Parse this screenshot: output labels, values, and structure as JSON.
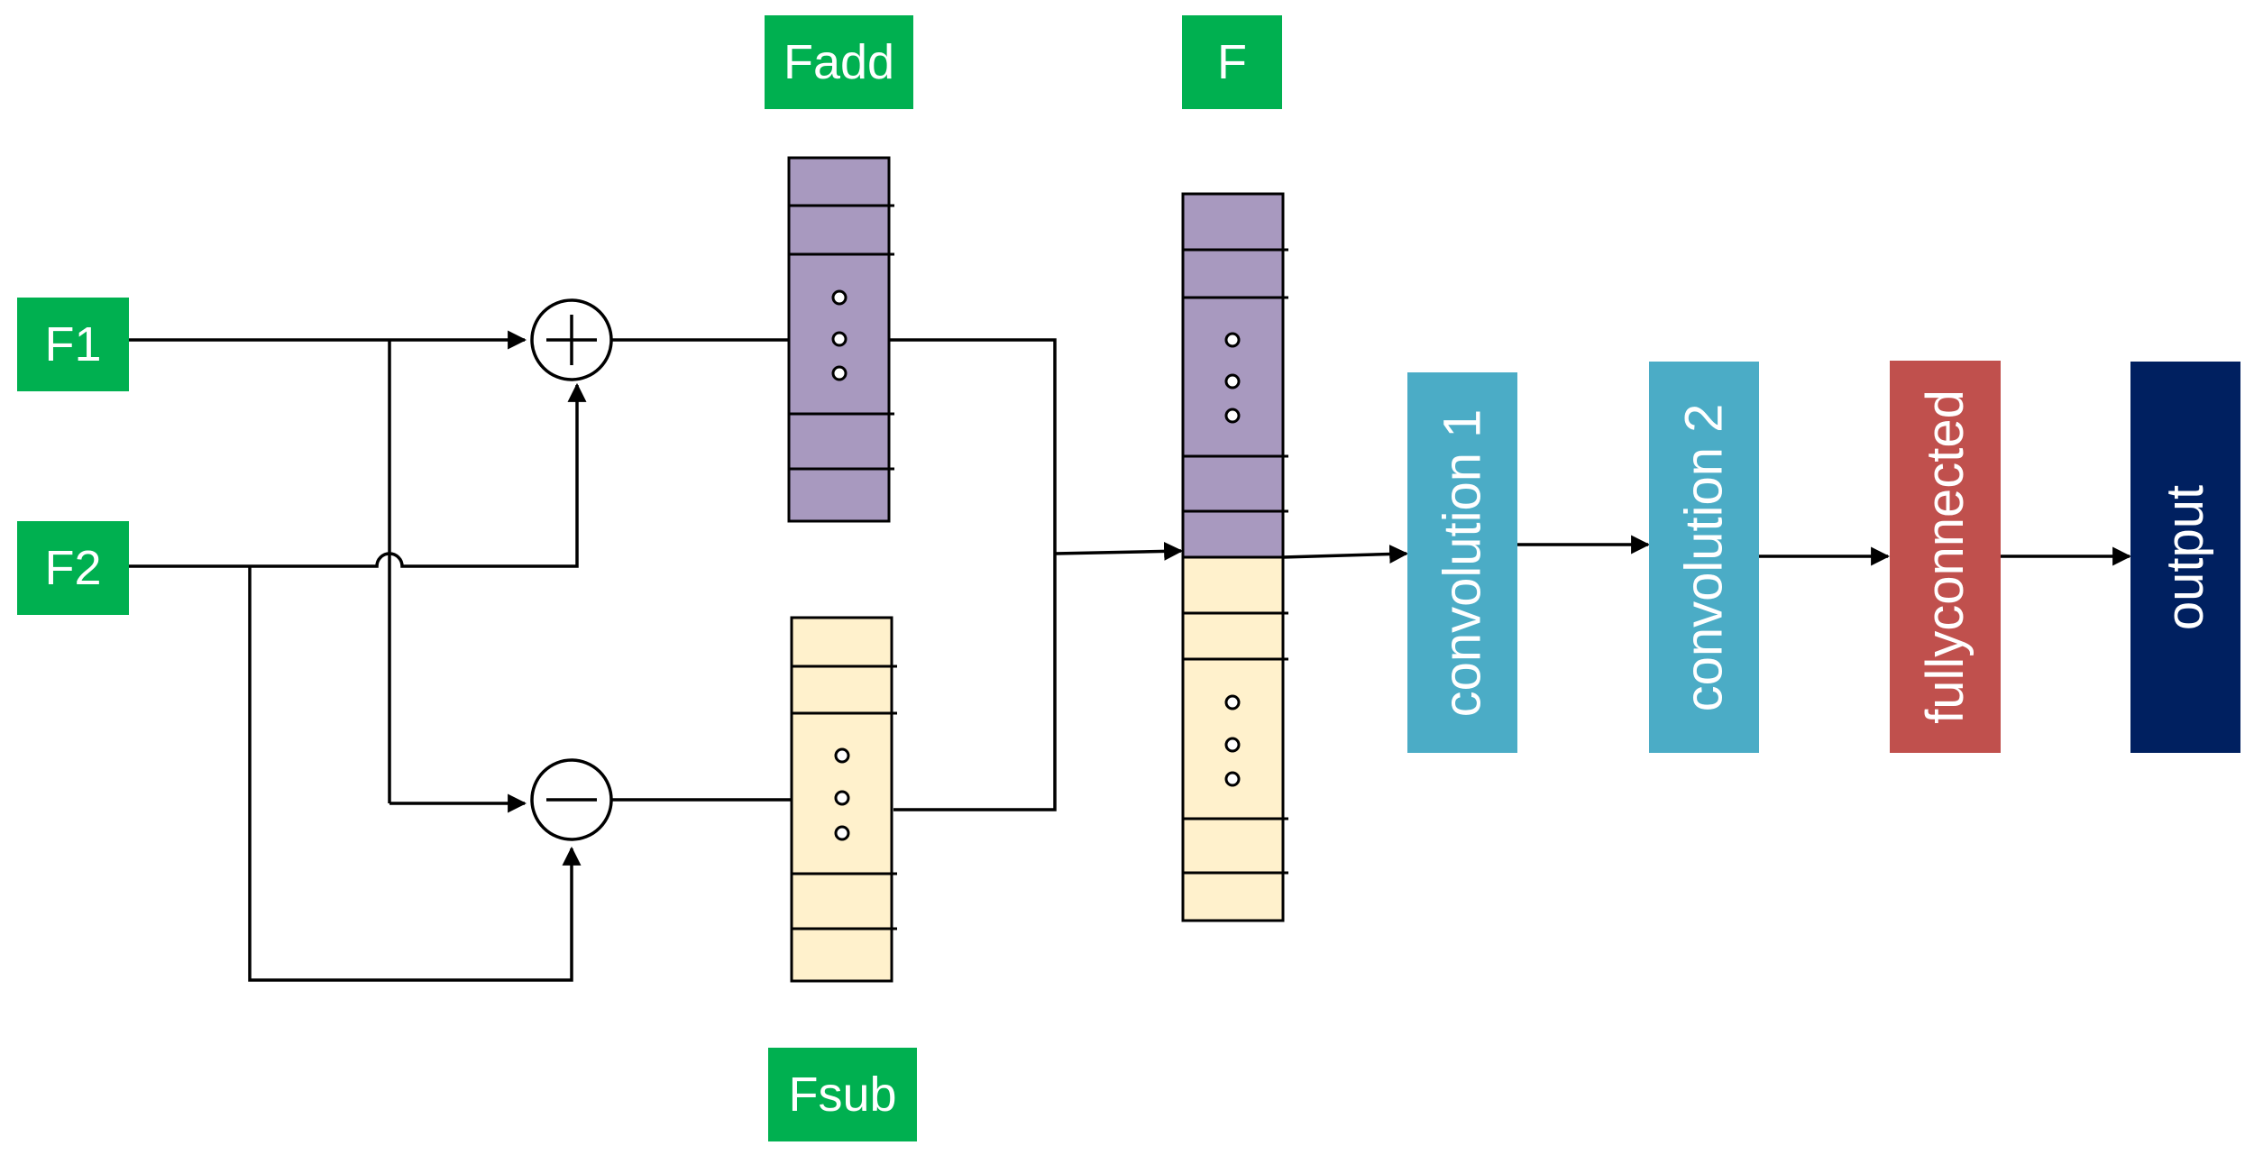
{
  "inputs": {
    "f1": "F1",
    "f2": "F2"
  },
  "operators": {
    "add": "+",
    "subtract": "−"
  },
  "vectors": {
    "fadd": "Fadd",
    "fsub": "Fsub",
    "f": "F"
  },
  "blocks": {
    "conv1": "convolution 1",
    "conv2": "convolution 2",
    "fc": "fullyconnected",
    "output": "output"
  },
  "colors": {
    "label_green": "#00b050",
    "add_vector": "#a899bf",
    "sub_vector": "#fff1cc",
    "convolution": "#4bacc6",
    "fullyconnected": "#c0504d",
    "output": "#002060"
  }
}
